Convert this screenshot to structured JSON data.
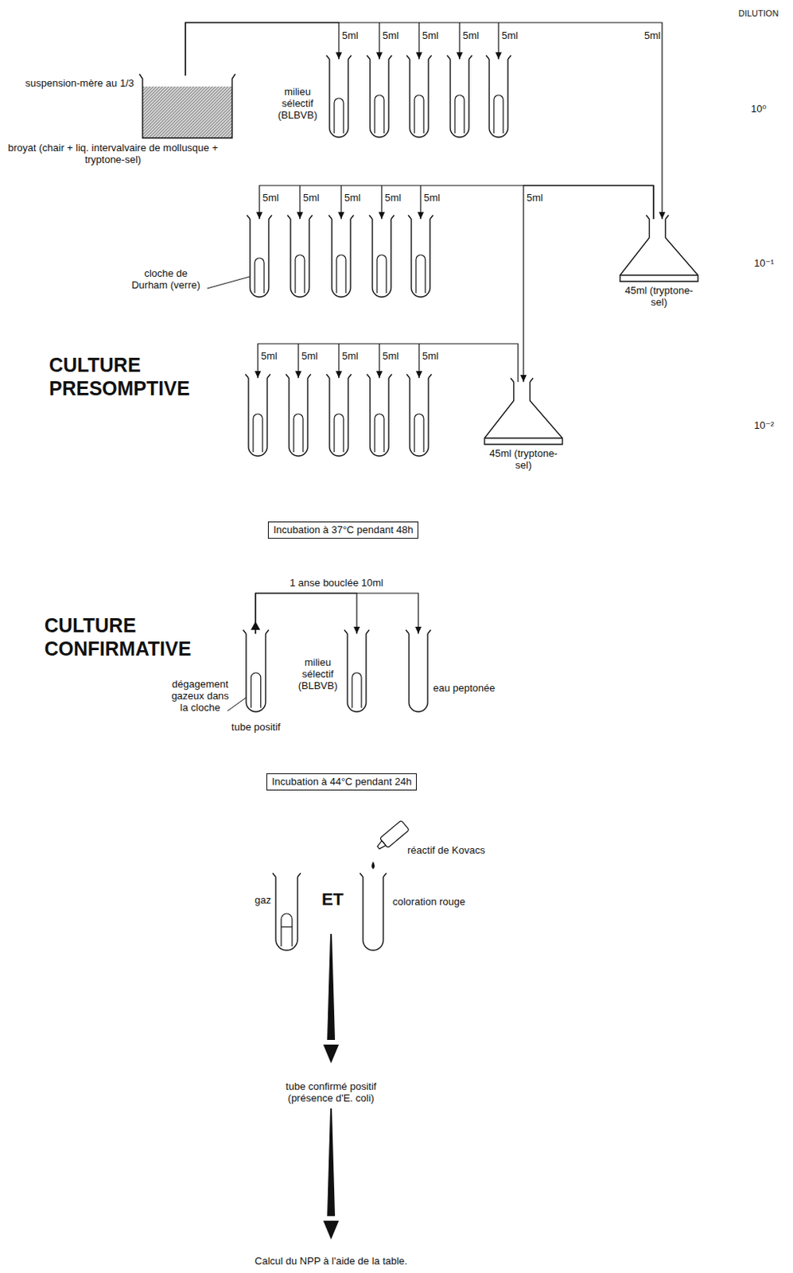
{
  "diagram": {
    "nodes": [
      {
        "text": [
          "suspension-mère au 1/3",
          "broyat (chair + liq. intervalvaire de mollusque + tryptone-sel)"
        ]
      },
      {
        "text": [
          "milieu sélectif (BLBVB)"
        ]
      },
      {
        "text": [
          "45ml (tryptone-sel)"
        ]
      },
      {
        "text": [
          "cloche de Durham (verre)"
        ]
      },
      {
        "text": [
          "45ml (tryptone-sel)"
        ]
      },
      {
        "text": [
          "Incubation à 37°C pendant 48h"
        ]
      },
      {
        "text": [
          "dégagement gazeux dans la cloche",
          "tube positif"
        ]
      },
      {
        "text": [
          "milieu sélectif (BLBVB)"
        ]
      },
      {
        "text": [
          "eau peptonée"
        ]
      },
      {
        "text": [
          "Incubation à 44°C pendant 24h"
        ]
      },
      {
        "text": [
          "gaz"
        ]
      },
      {
        "text": [
          "coloration rouge"
        ]
      }
    ],
    "edges": [
      {
        "from": 0,
        "to": 1,
        "arrow": "to",
        "label": "5ml"
      },
      {
        "from": 0,
        "to": 2,
        "arrow": "to",
        "label": "5ml"
      },
      {
        "from": 2,
        "to": 3,
        "arrow": "to",
        "label": "5ml"
      },
      {
        "from": 2,
        "to": 4,
        "arrow": "to",
        "label": "5ml"
      },
      {
        "from": 6,
        "to": 7,
        "arrow": "to",
        "label": "1 anse bouclée 10ml"
      },
      {
        "from": 6,
        "to": 8,
        "arrow": "to"
      }
    ],
    "labels": [
      "DILUTION",
      "10⁰",
      "5ml",
      "5ml",
      "5ml",
      "5ml",
      "10⁻¹",
      "5ml",
      "5ml",
      "5ml",
      "5ml",
      "CULTURE PRESOMPTIVE",
      "5ml",
      "5ml",
      "5ml",
      "5ml",
      "5ml",
      "10⁻²",
      "CULTURE CONFIRMATIVE",
      "réactif de Kovacs",
      "ET",
      "tube confirmé positif (présence d'E. coli)",
      "Calcul du NPP à l'aide de la table."
    ]
  }
}
